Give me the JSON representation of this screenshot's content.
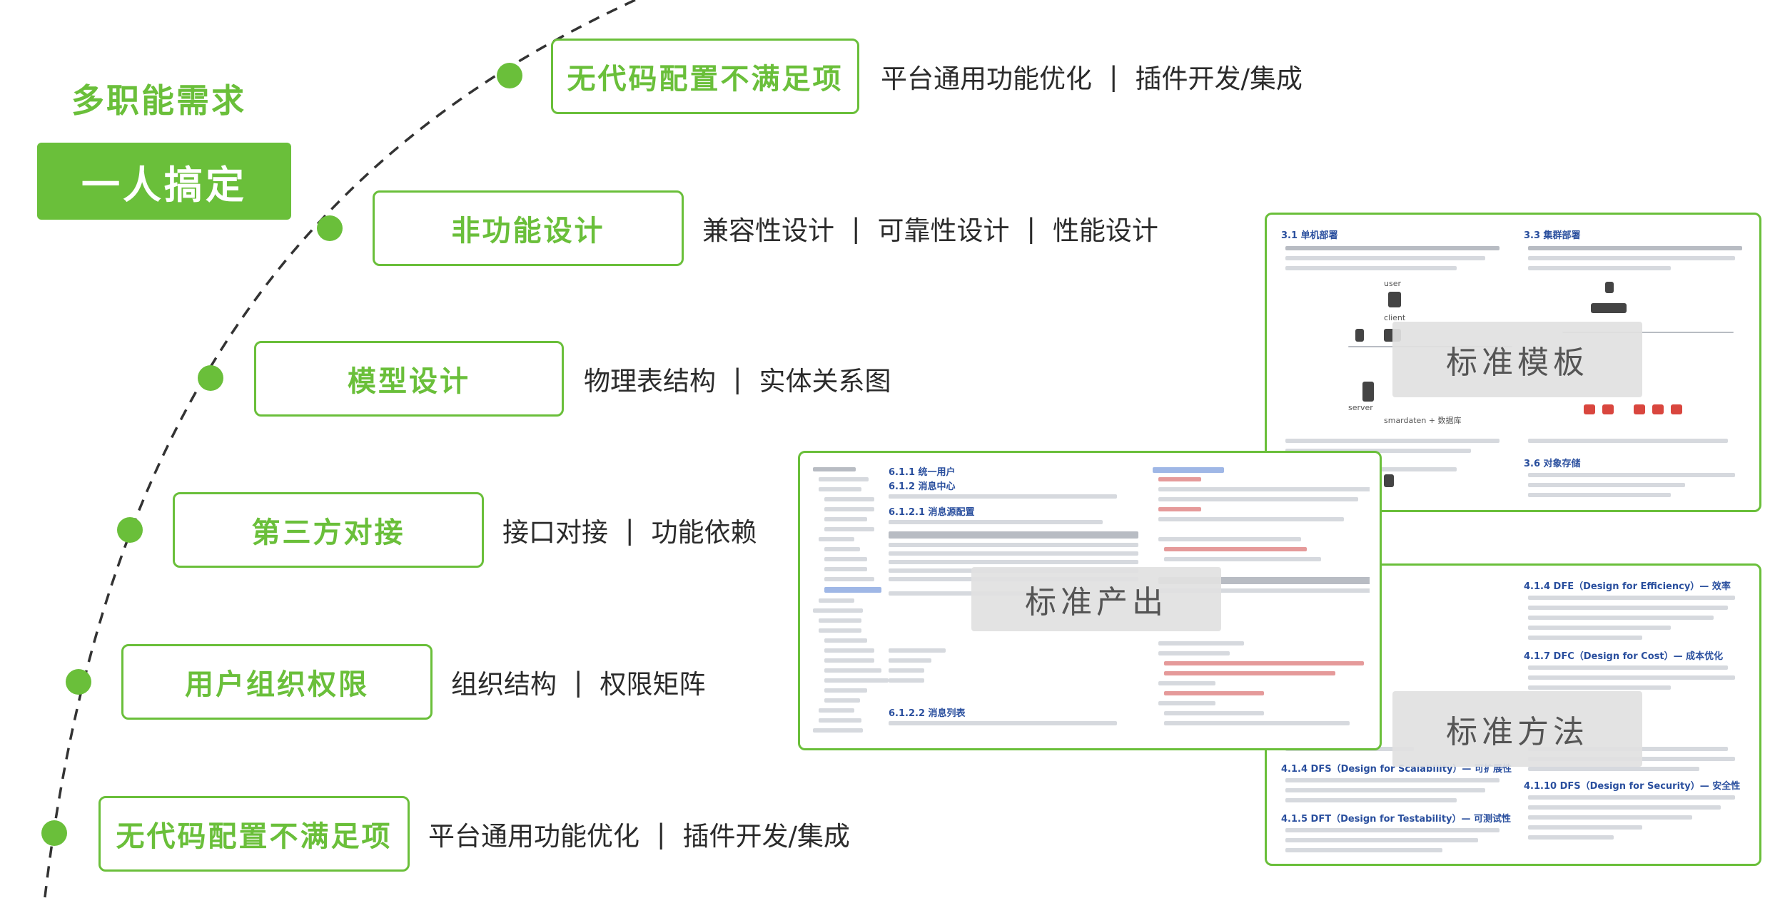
{
  "heading": {
    "top_label": "多职能需求",
    "badge_label": "一人搞定"
  },
  "steps": [
    {
      "title": "无代码配置不满足项",
      "items": [
        "平台通用功能优化",
        "插件开发/集成"
      ]
    },
    {
      "title": "非功能设计",
      "items": [
        "兼容性设计",
        "可靠性设计",
        "性能设计"
      ]
    },
    {
      "title": "模型设计",
      "items": [
        "物理表结构",
        "实体关系图"
      ]
    },
    {
      "title": "第三方对接",
      "items": [
        "接口对接",
        "功能依赖"
      ]
    },
    {
      "title": "用户组织权限",
      "items": [
        "组织结构",
        "权限矩阵"
      ]
    },
    {
      "title": "无代码配置不满足项",
      "items": [
        "平台通用功能优化",
        "插件开发/集成"
      ]
    }
  ],
  "separator": "|",
  "cards": {
    "template": {
      "label": "标准模板",
      "h1": "3.1 单机部署",
      "h2": "3.3 集群部署",
      "h3": "3.6 对象存储",
      "user": "user",
      "client": "client",
      "server": "server",
      "db": "smardaten + 数据库"
    },
    "output": {
      "label": "标准产出",
      "h1": "6.1.1 统一用户",
      "h2": "6.1.2 消息中心",
      "h3": "6.1.2.1 消息源配置",
      "h4": "6.1.2.2 消息列表"
    },
    "method": {
      "label": "标准方法",
      "h1": "4.1.4 DFE（Design for Efficiency）— 效率",
      "h2": "4.1.7 DFC（Design for Cost）— 成本优化",
      "h3": "4.1.4 DFS（Design for Scalability）— 可扩展性",
      "h4": "4.1.5 DFT（Design for Testability）— 可测试性",
      "h5": "4.1.10 DFS（Design for Security）— 安全性"
    }
  },
  "colors": {
    "accent": "#6abf3a",
    "text": "#2b2b2b",
    "curve": "#333333"
  }
}
